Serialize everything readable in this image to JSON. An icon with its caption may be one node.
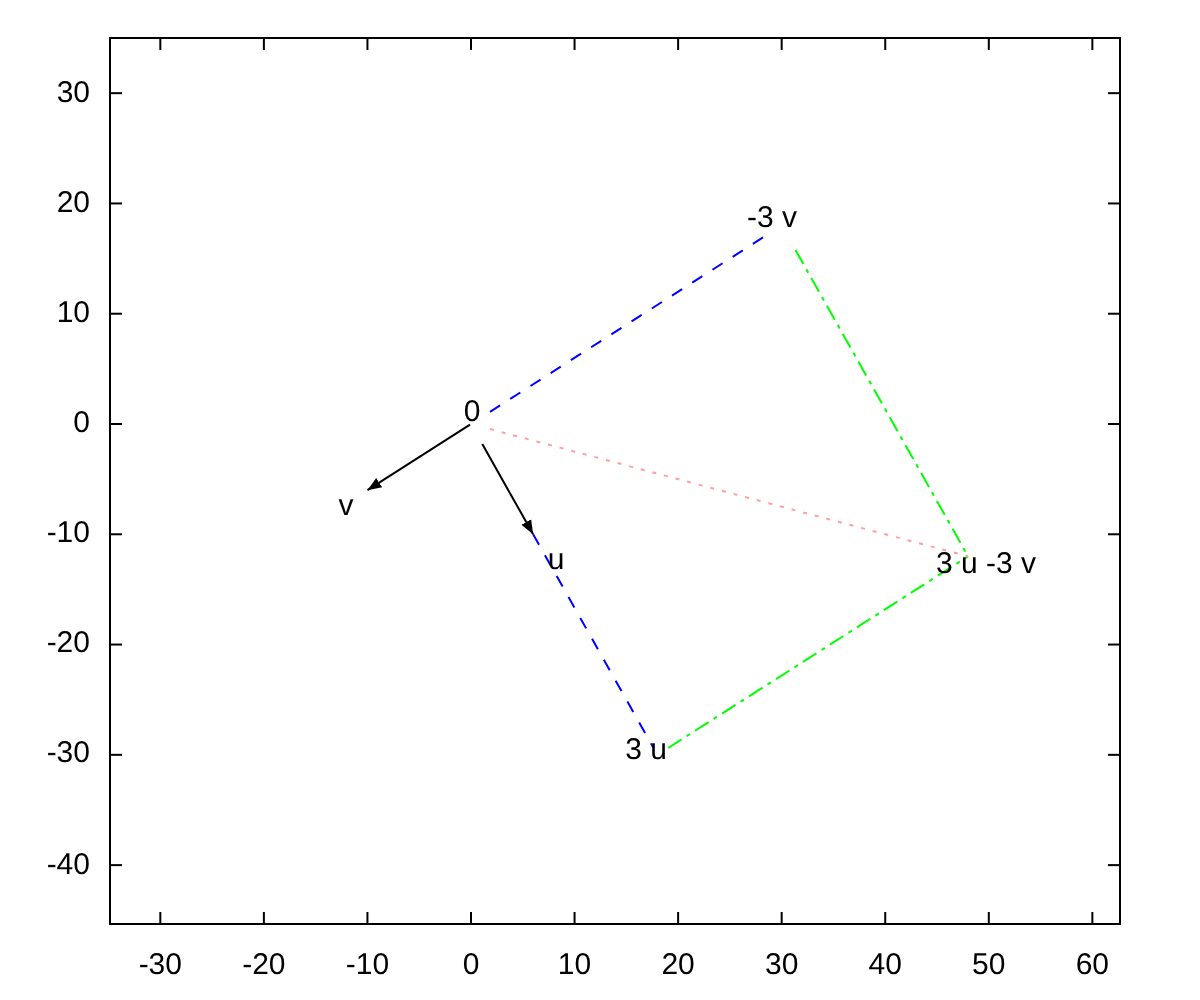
{
  "diagram": {
    "nodes": [
      {
        "text": [
          "-3 v"
        ]
      },
      {
        "text": [
          "0"
        ]
      },
      {
        "text": [
          "v"
        ]
      },
      {
        "text": [
          "u"
        ]
      },
      {
        "text": [
          "3 u -3 v"
        ]
      },
      {
        "text": [
          "3 u"
        ]
      }
    ],
    "edges": [
      {
        "from": 1,
        "to": 2,
        "arrow": "to"
      },
      {
        "from": 1,
        "to": 3,
        "arrow": "to"
      },
      {
        "from": 3,
        "to": 5,
        "arrow": "none",
        "style": "dashed",
        "color": "#0000ff"
      },
      {
        "from": 1,
        "to": 0,
        "arrow": "none",
        "style": "dashed",
        "color": "#0000ff"
      },
      {
        "from": 0,
        "to": 4,
        "arrow": "none",
        "style": "dashed",
        "color": "#00ff00"
      },
      {
        "from": 5,
        "to": 4,
        "arrow": "none",
        "style": "dashed",
        "color": "#00ff00"
      },
      {
        "from": 1,
        "to": 4,
        "arrow": "none",
        "style": "dashed",
        "color": "#ffa0a0"
      }
    ],
    "labels": [
      "30",
      "20",
      "10",
      "0",
      "-10",
      "-20",
      "-30",
      "-40",
      "-30",
      "-20",
      "-10",
      "0",
      "10",
      "20",
      "30",
      "40",
      "50",
      "60"
    ]
  }
}
